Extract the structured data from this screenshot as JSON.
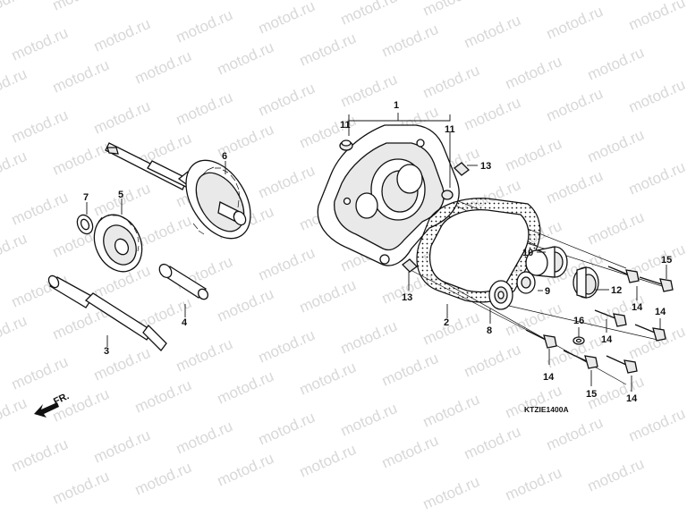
{
  "watermark": "motod.ru",
  "diagram_code": "KTZIE1400A",
  "front_indicator": "FR.",
  "callouts": [
    {
      "id": "c1",
      "text": "1"
    },
    {
      "id": "c2",
      "text": "2"
    },
    {
      "id": "c3",
      "text": "3"
    },
    {
      "id": "c4",
      "text": "4"
    },
    {
      "id": "c5",
      "text": "5"
    },
    {
      "id": "c6",
      "text": "6"
    },
    {
      "id": "c7",
      "text": "7"
    },
    {
      "id": "c8",
      "text": "8"
    },
    {
      "id": "c9",
      "text": "9"
    },
    {
      "id": "c10",
      "text": "10"
    },
    {
      "id": "c11a",
      "text": "11"
    },
    {
      "id": "c11b",
      "text": "11"
    },
    {
      "id": "c12",
      "text": "12"
    },
    {
      "id": "c13a",
      "text": "13"
    },
    {
      "id": "c13b",
      "text": "13"
    },
    {
      "id": "c14a",
      "text": "14"
    },
    {
      "id": "c14b",
      "text": "14"
    },
    {
      "id": "c14c",
      "text": "14"
    },
    {
      "id": "c14d",
      "text": "14"
    },
    {
      "id": "c14e",
      "text": "14"
    },
    {
      "id": "c15a",
      "text": "15"
    },
    {
      "id": "c15b",
      "text": "15"
    },
    {
      "id": "c16",
      "text": "16"
    }
  ]
}
